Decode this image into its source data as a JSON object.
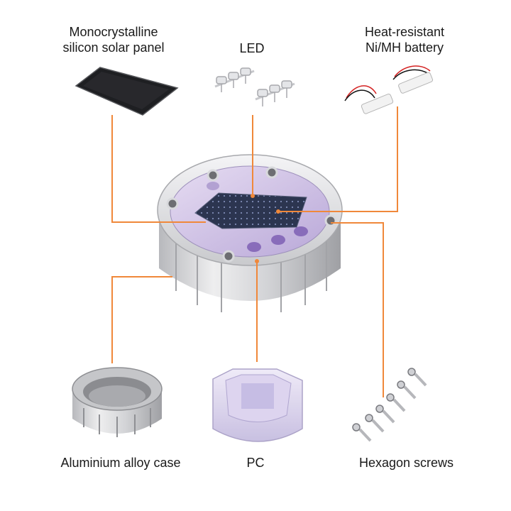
{
  "accent_color": "#f0883a",
  "components": {
    "solar_panel": {
      "line1": "Monocrystalline",
      "line2": "silicon solar panel",
      "icon": "solar-panel-icon"
    },
    "led": {
      "label": "LED",
      "icon": "led-icon"
    },
    "battery": {
      "line1": "Heat-resistant",
      "line2": "Ni/MH battery",
      "icon": "battery-icon"
    },
    "case": {
      "label": "Aluminium alloy case",
      "icon": "aluminium-case-icon"
    },
    "pc": {
      "label": "PC",
      "icon": "pc-cover-icon"
    },
    "screws": {
      "label": "Hexagon screws",
      "icon": "screw-icon"
    }
  },
  "center_product": {
    "icon": "solar-road-stud-icon"
  }
}
